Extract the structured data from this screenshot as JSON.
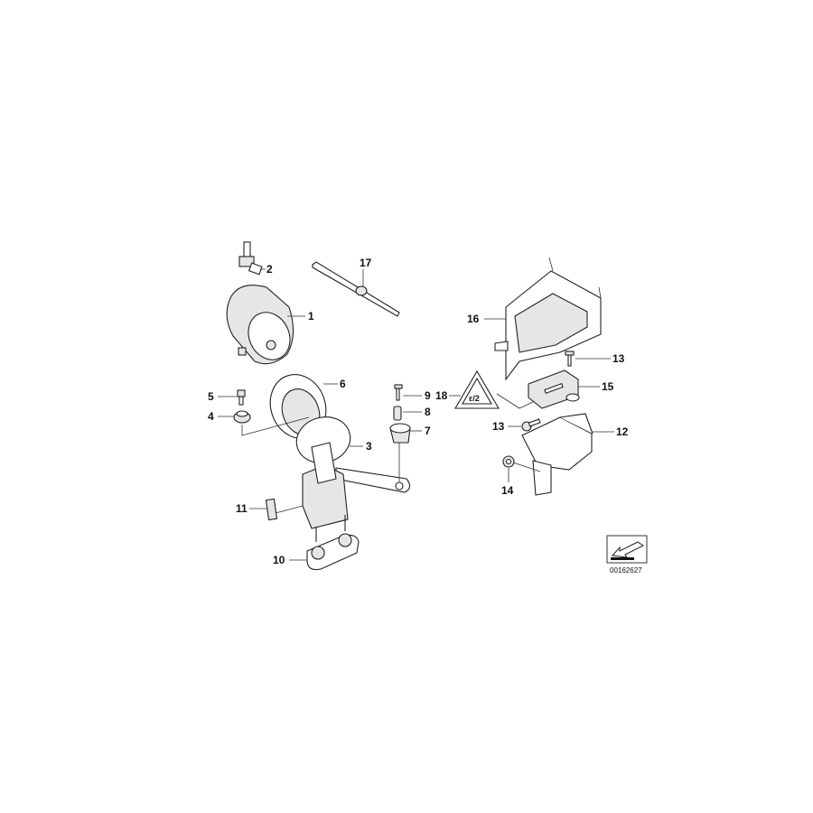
{
  "diagram_code": "00162627",
  "callouts": [
    {
      "id": "1",
      "label": "1"
    },
    {
      "id": "2",
      "label": "2"
    },
    {
      "id": "3",
      "label": "3"
    },
    {
      "id": "4",
      "label": "4"
    },
    {
      "id": "5",
      "label": "5"
    },
    {
      "id": "6",
      "label": "6"
    },
    {
      "id": "7",
      "label": "7"
    },
    {
      "id": "8",
      "label": "8"
    },
    {
      "id": "9",
      "label": "9"
    },
    {
      "id": "10",
      "label": "10"
    },
    {
      "id": "11",
      "label": "11"
    },
    {
      "id": "12",
      "label": "12"
    },
    {
      "id": "13a",
      "label": "13"
    },
    {
      "id": "13b",
      "label": "13"
    },
    {
      "id": "14",
      "label": "14"
    },
    {
      "id": "15",
      "label": "15"
    },
    {
      "id": "16",
      "label": "16"
    },
    {
      "id": "17",
      "label": "17"
    },
    {
      "id": "18",
      "label": "18"
    }
  ],
  "icons": {
    "direction_arrow": "arrow-down-left-icon",
    "warning_label": "warning-triangle-icon"
  }
}
